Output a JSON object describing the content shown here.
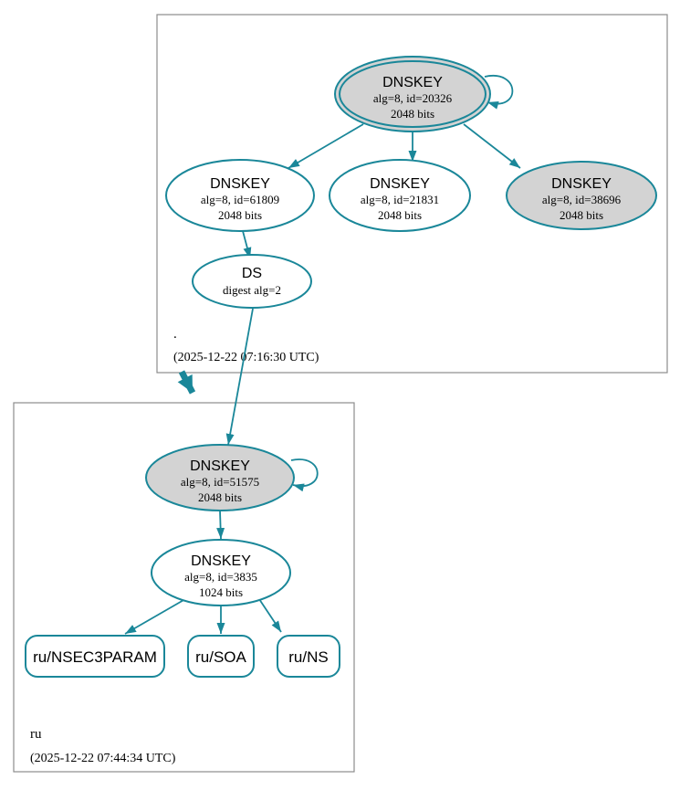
{
  "diagram": {
    "type": "dnssec-authentication-chain-graph",
    "colors": {
      "node_border": "#1a8799",
      "edge": "#1a8799",
      "ksk_fill": "#d3d3d3",
      "node_fill": "#ffffff",
      "zone_box_border": "#8c8c8c",
      "text": "#000000"
    },
    "zones": {
      "root": {
        "label": ".",
        "timestamp": "(2025-12-22 07:16:30 UTC)",
        "nodes": {
          "ksk20326": {
            "title": "DNSKEY",
            "detail1": "alg=8, id=20326",
            "detail2": "2048 bits"
          },
          "zsk61809": {
            "title": "DNSKEY",
            "detail1": "alg=8, id=61809",
            "detail2": "2048 bits"
          },
          "zsk21831": {
            "title": "DNSKEY",
            "detail1": "alg=8, id=21831",
            "detail2": "2048 bits"
          },
          "zsk38696": {
            "title": "DNSKEY",
            "detail1": "alg=8, id=38696",
            "detail2": "2048 bits"
          },
          "ds": {
            "title": "DS",
            "detail1": "digest alg=2"
          }
        }
      },
      "ru": {
        "label": "ru",
        "timestamp": "(2025-12-22 07:44:34 UTC)",
        "nodes": {
          "ksk51575": {
            "title": "DNSKEY",
            "detail1": "alg=8, id=51575",
            "detail2": "2048 bits"
          },
          "zsk3835": {
            "title": "DNSKEY",
            "detail1": "alg=8, id=3835",
            "detail2": "1024 bits"
          },
          "nsec3param": {
            "label": "ru/NSEC3PARAM"
          },
          "soa": {
            "label": "ru/SOA"
          },
          "ns": {
            "label": "ru/NS"
          }
        }
      }
    }
  }
}
